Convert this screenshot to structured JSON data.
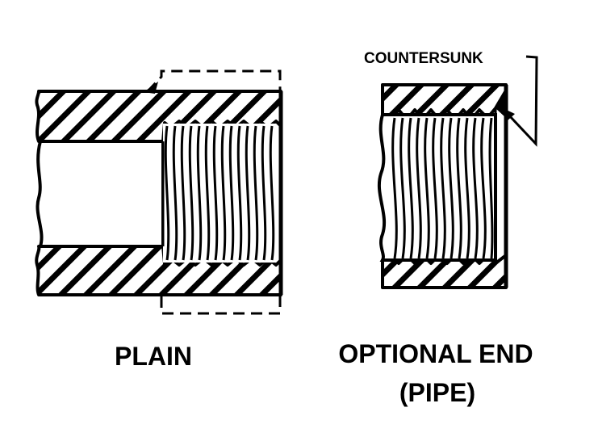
{
  "labels": {
    "countersunk": "COUNTERSUNK",
    "plain": "PLAIN",
    "optional_end_line1": "OPTIONAL END",
    "optional_end_line2": "(PIPE)"
  },
  "colors": {
    "ink": "#000000",
    "paper": "#ffffff"
  }
}
